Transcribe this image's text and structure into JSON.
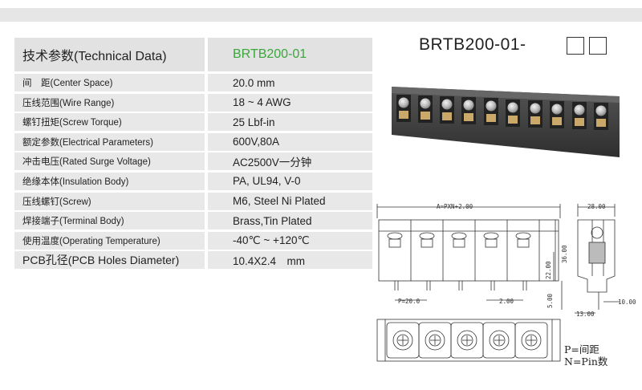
{
  "specs": {
    "header": {
      "label": "技术参数(Technical Data)",
      "value": "BRTB200-01"
    },
    "rows": [
      {
        "label": "间　距(Center Space)",
        "value": "20.0 mm"
      },
      {
        "label": "压线范围(Wire Range)",
        "value": "18 ~ 4 AWG"
      },
      {
        "label": "螺钉扭矩(Screw Torque)",
        "value": "25 Lbf-in"
      },
      {
        "label": "额定参数(Electrical Parameters)",
        "value": "600V,80A"
      },
      {
        "label": "冲击电压(Rated Surge Voltage)",
        "value": "AC2500V一分钟"
      },
      {
        "label": "绝缘本体(Insulation Body)",
        "value": "PA, UL94, V-0"
      },
      {
        "label": "压线螺钉(Screw)",
        "value": "M6, Steel Ni Plated"
      },
      {
        "label": "焊接端子(Terminal Body)",
        "value": "Brass,Tin Plated"
      },
      {
        "label": "使用温度(Operating Temperature)",
        "value": "-40℃ ~ +120℃"
      },
      {
        "label": "PCB孔径(PCB Holes Diameter)",
        "value": "10.4X2.4　mm"
      }
    ]
  },
  "product": {
    "model_code": "BRTB200-01-"
  },
  "drawing": {
    "dim_total": "A=PXN+2.00",
    "dim_pitch": "P=20.0",
    "dim_pin_gap": "2.00",
    "dim_height_22": "22.00",
    "dim_height_36": "36.00",
    "dim_pin_len": "5.00",
    "dim_side_width": "28.00",
    "dim_side_13": "13.00",
    "dim_side_10": "10.00"
  },
  "legend": {
    "line1": "P=间距",
    "line2": "N=Pin数"
  },
  "colors": {
    "band": "#e6e6e6",
    "cell": "#e8e8e8",
    "header_cell": "#e2e2e2",
    "accent_green": "#3aa63a",
    "body_dark": "#3a3a3a"
  }
}
